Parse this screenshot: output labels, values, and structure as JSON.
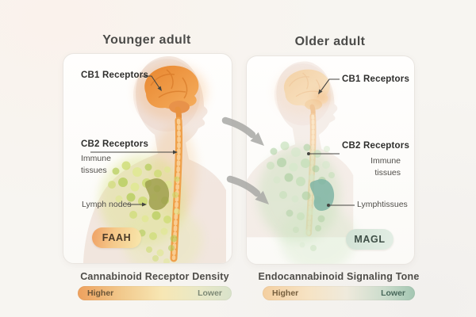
{
  "left_panel": {
    "title": "Younger adult",
    "cb1_label": "CB1 Receptors",
    "cb2_label": "CB2 Receptors",
    "immune_line1": "Immune",
    "immune_line2": "tissues",
    "lymph_label": "Lymph nodes",
    "badge": "FAAH",
    "legend_title": "Cannabinoid Receptor Density",
    "legend_high": "Higher",
    "legend_low": "Lower"
  },
  "right_panel": {
    "title": "Older adult",
    "cb1_label": "CB1 Receptors",
    "cb2_label": "CB2 Receptors",
    "immune_line1": "Immune",
    "immune_line2": "tissues",
    "lymph_label": "Lymphtissues",
    "badge": "MAGL",
    "legend_title": "Endocannabinoid Signaling Tone",
    "legend_high": "Higher",
    "legend_low": "Lower"
  },
  "colors": {
    "background": "#f7f5f1",
    "young_brain_orange": "#e8862f",
    "young_spine_orange": "#efa04a",
    "immune_green": "#b3cc57",
    "old_brain_pale": "#f6d9b4",
    "old_organ_teal": "#7fb4a4",
    "faah_gradient": "#efa165 → #f8e7ac",
    "magl_fill": "#d2e2d5",
    "arrow_gray": "#a9a9a6",
    "density_gradient": "#eea15e → #d9e3cb",
    "tone_gradient": "#f4cfa0 → #a3c6b2"
  }
}
